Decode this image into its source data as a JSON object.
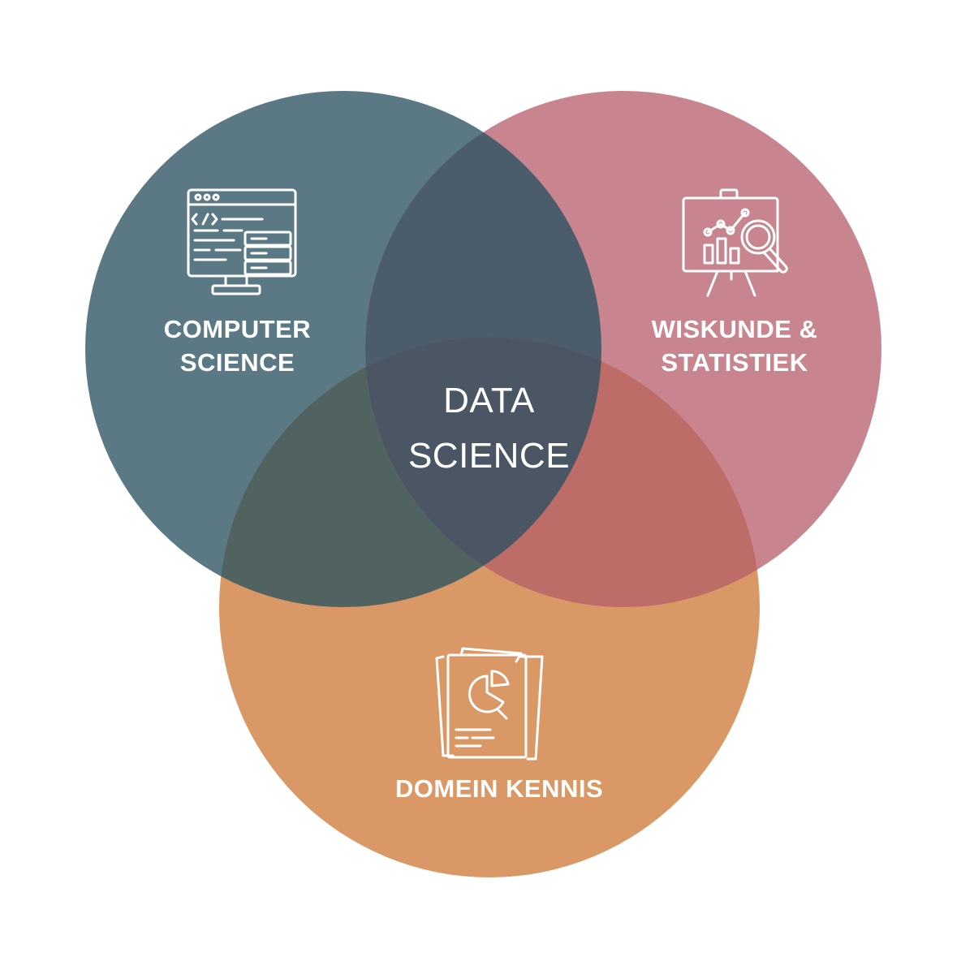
{
  "colors": {
    "background": "#ffffff",
    "computer_science": "#5a7985",
    "wiskunde_statistiek": "#c8858f",
    "domein_kennis": "#da9866",
    "cs_ws_overlap": "#4b5c6b",
    "cs_dk_overlap": "#516361",
    "ws_dk_overlap": "#bd6c68",
    "center": "#4a5664",
    "icon_stroke": "#ffffff"
  },
  "circles": {
    "computer_science": {
      "line1": "COMPUTER",
      "line2": "SCIENCE",
      "icon": "code-monitor-icon"
    },
    "wiskunde_statistiek": {
      "line1": "WISKUNDE &",
      "line2": "STATISTIEK",
      "icon": "chart-presentation-magnifier-icon"
    },
    "domein_kennis": {
      "line1": "DOMEIN KENNIS",
      "icon": "pie-chart-report-icon"
    }
  },
  "center": {
    "line1": "DATA",
    "line2": "SCIENCE"
  }
}
